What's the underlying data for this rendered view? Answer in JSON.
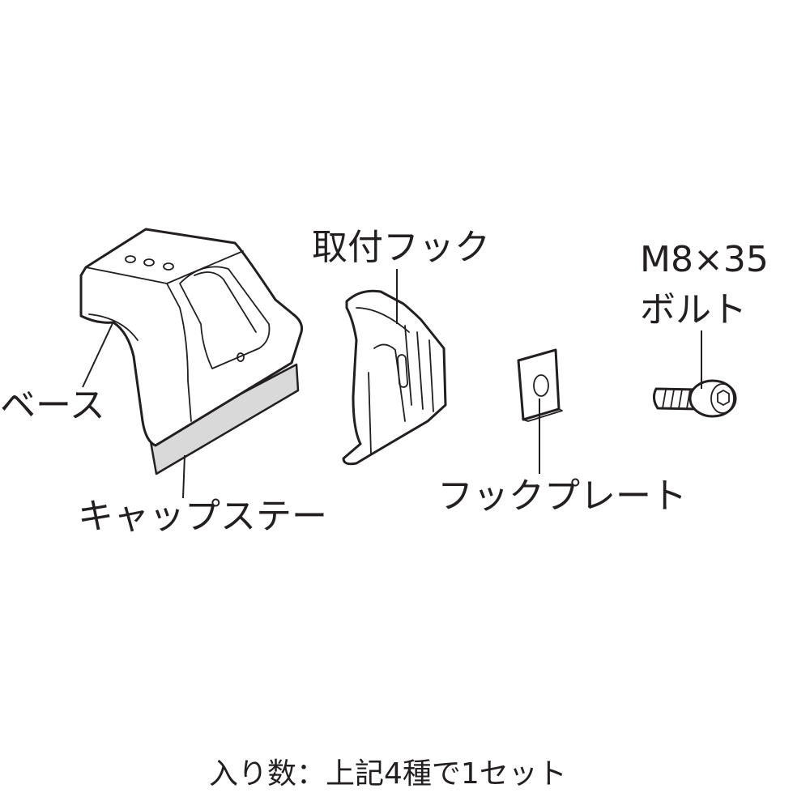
{
  "labels": {
    "base": "ベース",
    "cap_stay": "キャップステー",
    "hook": "取付フック",
    "hook_plate": "フックプレート",
    "bolt_size": "M8×35",
    "bolt": "ボルト"
  },
  "footer": "入り数：上記4種で1セット",
  "colors": {
    "outline": "#231f20",
    "cap_stay_fill": "#d9d9d9",
    "background": "#ffffff"
  }
}
